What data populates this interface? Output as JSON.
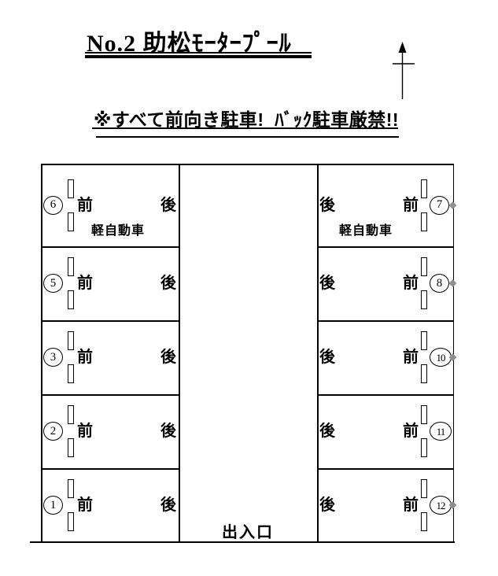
{
  "title": {
    "text": "No.2 助松ﾓｰﾀｰﾌﾟｰﾙ"
  },
  "notice": {
    "text": "※すべて前向き駐車!  ﾊﾞｯｸ駐車厳禁!!"
  },
  "compass": {
    "icon": "north-arrow-icon"
  },
  "labels": {
    "front": "前",
    "back": "後",
    "kei_car": "軽自動車",
    "entrance": "出入口"
  },
  "lot": {
    "left_spaces": [
      {
        "number": "6",
        "kei_car": true
      },
      {
        "number": "5",
        "kei_car": false
      },
      {
        "number": "3",
        "kei_car": false
      },
      {
        "number": "2",
        "kei_car": false
      },
      {
        "number": "1",
        "kei_car": false
      }
    ],
    "right_spaces": [
      {
        "number": "7",
        "kei_car": true
      },
      {
        "number": "8",
        "kei_car": false
      },
      {
        "number": "10",
        "kei_car": false
      },
      {
        "number": "11",
        "kei_car": false
      },
      {
        "number": "12",
        "kei_car": false
      }
    ]
  },
  "colors": {
    "line": "#000000",
    "marker": "#8f8f8f",
    "background": "#ffffff"
  }
}
